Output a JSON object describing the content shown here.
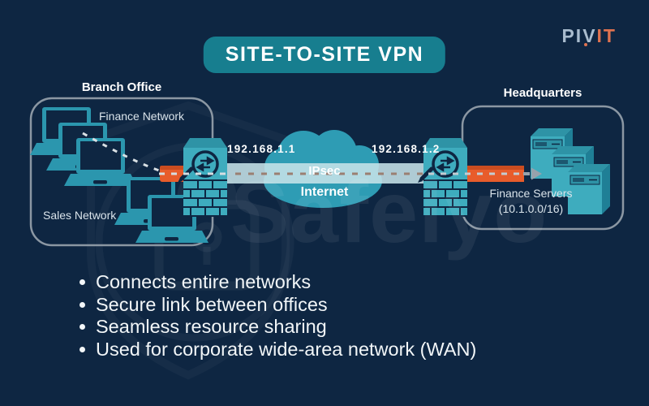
{
  "title": "SITE-TO-SITE VPN",
  "logo": {
    "part1": "PIV",
    "part2": "IT"
  },
  "branch": {
    "label": "Branch Office",
    "finance_label": "Finance Network",
    "sales_label": "Sales Network"
  },
  "headquarters": {
    "label": "Headquarters",
    "servers_line1": "Finance Servers",
    "servers_line2": "(10.1.0.0/16)"
  },
  "network": {
    "ip_left": "192.168.1.1",
    "ip_right": "192.168.1.2",
    "tunnel_label": "IPsec",
    "cloud_label": "Internet"
  },
  "bullets": {
    "items": [
      "Connects entire networks",
      "Secure link between offices",
      "Seamless resource sharing",
      "Used for corporate wide-area network (WAN)"
    ]
  },
  "watermark": {
    "text": "Safelyo"
  },
  "colors": {
    "background": "#0E2642",
    "banner_teal": "#177E8F",
    "cloud_teal": "#2E9CB4",
    "device_teal": "#2B96AE",
    "firewall_teal": "#3EACBE",
    "cable_orange": "#E85C2B",
    "box_border_gray": "#8B97A3",
    "logo_gray": "#A9BCCE",
    "logo_orange": "#DE7250"
  }
}
